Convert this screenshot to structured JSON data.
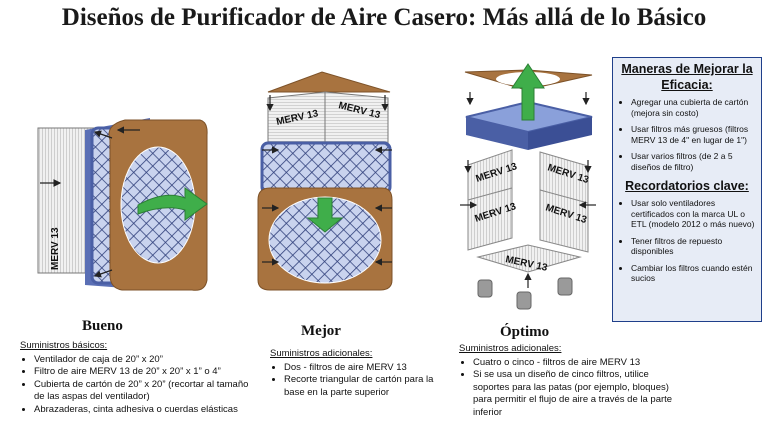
{
  "title": "Diseños de Purificador de Aire Casero: Más allá de lo Básico",
  "filter_label": "MERV 13",
  "designs": [
    {
      "name": "Bueno",
      "supplies_heading": "Suministros básicos:",
      "items": [
        "Ventilador de caja de 20” x 20”",
        "Filtro de aire MERV 13 de 20” x 20” x 1” o 4”",
        "Cubierta de cartón de 20” x 20” (recortar al tamaño de las aspas del ventilador)",
        "Abrazaderas, cinta adhesiva o cuerdas elásticas"
      ]
    },
    {
      "name": "Mejor",
      "supplies_heading": "Suministros adicionales:",
      "items": [
        "Dos - filtros de aire MERV 13",
        "Recorte triangular de cartón para la base en la parte superior"
      ]
    },
    {
      "name": "Óptimo",
      "supplies_heading": "Suministros adicionales:",
      "items": [
        "Cuatro o cinco - filtros de aire MERV 13",
        "Si se usa un diseño de cinco filtros, utilice soportes para las patas (por ejemplo, bloques) para permitir el flujo de aire a través de la parte inferior"
      ]
    }
  ],
  "sidebar": {
    "ways_heading": "Maneras de Mejorar la Eficacia:",
    "ways": [
      "Agregar una cubierta de cartón (mejora sin costo)",
      "Usar filtros más gruesos (filtros MERV 13 de 4\" en lugar de 1\")",
      "Usar varios filtros (de 2 a 5 diseños de filtro)"
    ],
    "reminders_heading": "Recordatorios clave:",
    "reminders": [
      "Usar solo ventiladores certificados con la marca UL o ETL (modelo 2012 o más nuevo)",
      "Tener filtros de repuesto disponibles",
      "Cambiar los filtros cuando estén sucios"
    ]
  },
  "colors": {
    "cardboard": "#a8733f",
    "fan_blue": "#7a8fcf",
    "arrow_green": "#3fae4a",
    "panel_border": "#1f3f8a"
  }
}
